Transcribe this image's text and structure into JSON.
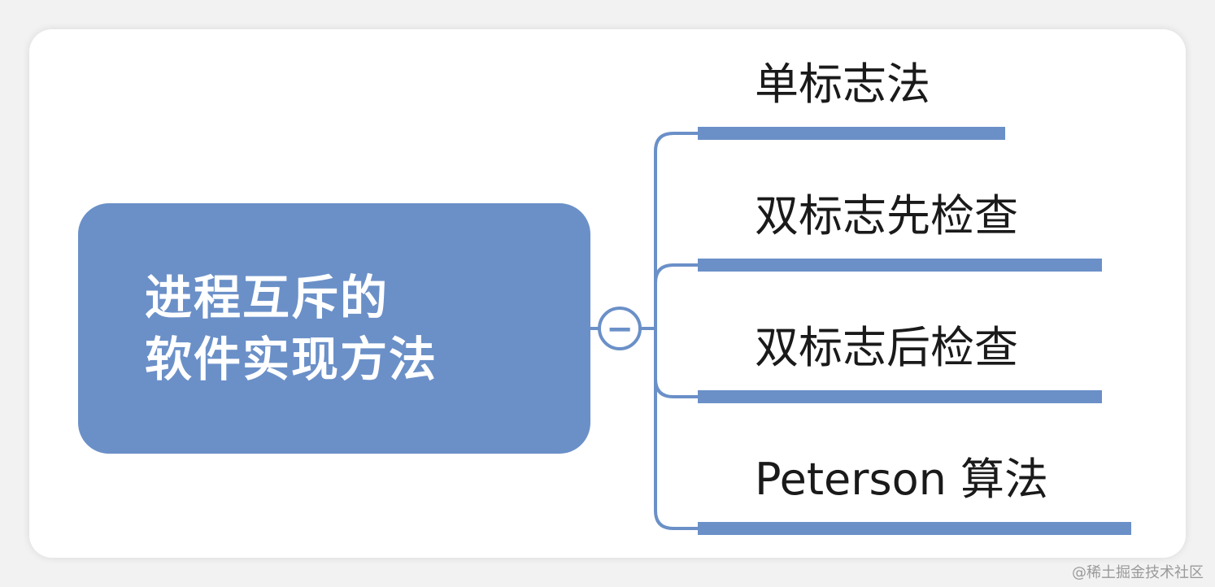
{
  "root": {
    "line1": "进程互斥的",
    "line2": "软件实现方法"
  },
  "branches": [
    {
      "label": "单标志法"
    },
    {
      "label": "双标志先检查"
    },
    {
      "label": "双标志后检查"
    },
    {
      "label": "Peterson 算法"
    }
  ],
  "collapse_symbol": "−",
  "watermark": "@稀土掘金技术社区",
  "colors": {
    "node_fill": "#6b90c8",
    "connector": "#6b90c8",
    "node_text": "#ffffff",
    "label_text": "#1a1a1a"
  }
}
